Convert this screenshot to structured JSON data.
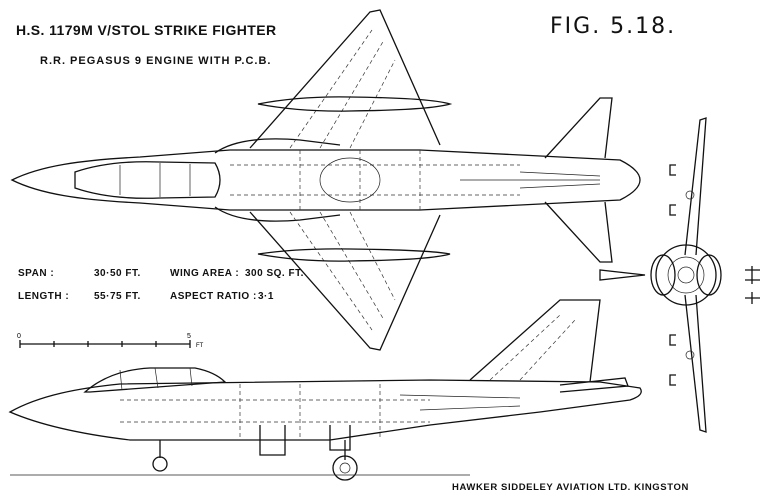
{
  "header": {
    "title": "H.S. 1179M V/STOL STRIKE FIGHTER",
    "subtitle": "R.R. PEGASUS 9 ENGINE WITH P.C.B.",
    "figure_label": "FIG. 5.18."
  },
  "specs": {
    "span_label": "SPAN :",
    "span_value": "30·50 FT.",
    "length_label": "LENGTH :",
    "length_value": "55·75 FT.",
    "wing_area_label": "WING AREA :",
    "wing_area_value": "300 SQ. FT.",
    "aspect_ratio_label": "ASPECT RATIO :",
    "aspect_ratio_value": "3·1"
  },
  "scale_bar": {
    "start": "0",
    "end": "5",
    "unit": "FT"
  },
  "footer": "HAWKER SIDDELEY AVIATION LTD. KINGSTON"
}
